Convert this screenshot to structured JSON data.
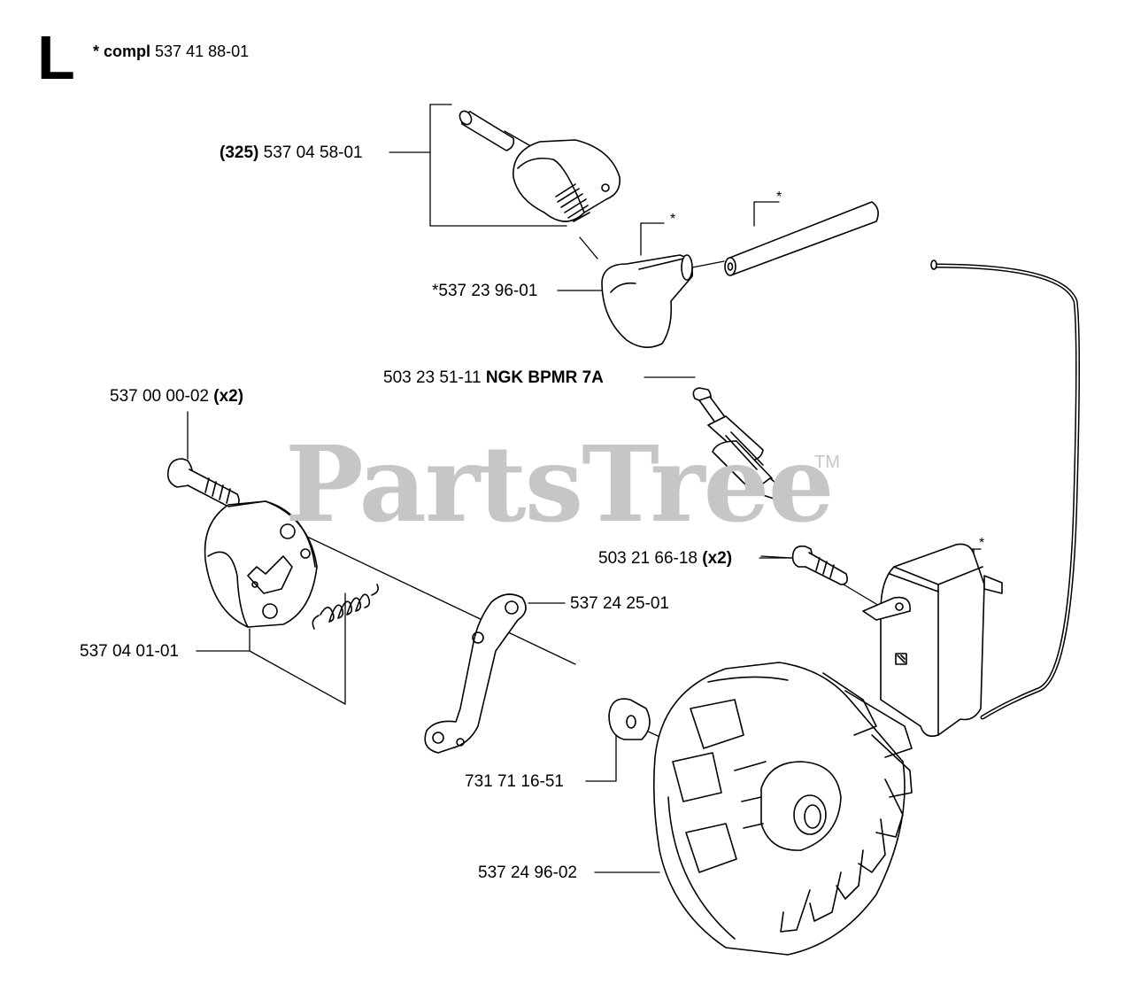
{
  "section": {
    "letter": "L",
    "compl_prefix": "* compl",
    "compl_number": "537 41 88-01"
  },
  "watermark": {
    "text": "PartsTree",
    "tm": "TM"
  },
  "parts": {
    "ignition_cover": {
      "prefix": "(325)",
      "number": "537 04 58-01"
    },
    "spark_plug_cap": {
      "number": "*537 23 96-01"
    },
    "spark_plug": {
      "number": "503 23 51-11",
      "spec": "NGK BPMR 7A"
    },
    "cover_screw": {
      "number": "537 00 00-02",
      "qty": "(x2)"
    },
    "module_screw": {
      "number": "503 21 66-18",
      "qty": "(x2)"
    },
    "bracket": {
      "number": "537 24 25-01"
    },
    "clutch_assembly": {
      "number": "537 04 01-01"
    },
    "washer": {
      "number": "731 71 16-51"
    },
    "flywheel": {
      "number": "537 24 96-02"
    }
  },
  "star_marks": [
    "*",
    "*",
    "*"
  ]
}
